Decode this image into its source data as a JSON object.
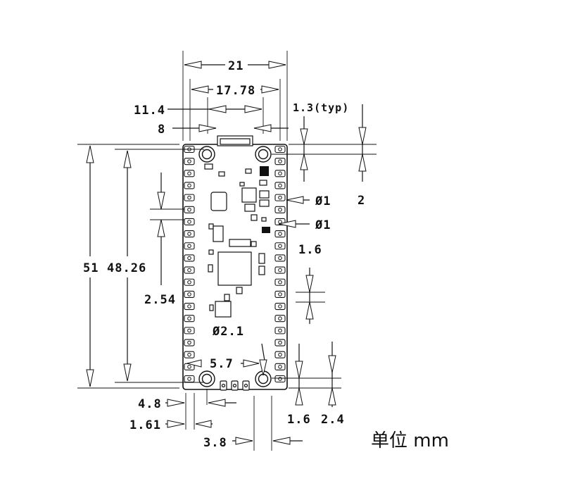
{
  "dimensions": {
    "width_21": "21",
    "pin_span": "17.78",
    "usb_11_4": "11.4",
    "usb_8": "8",
    "pad_typ": "1.3(typ)",
    "length_51": "51",
    "hole_span_48_26": "48.26",
    "top_offset_2": "2",
    "hole_dia_1a": "Ø1",
    "hole_dia_1b": "Ø1",
    "pad_1_6": "1.6",
    "pitch_2_54": "2.54",
    "mount_hole_2_1": "Ø2.1",
    "edge_5_7": "5.7",
    "bottom_4_8": "4.8",
    "bottom_1_61": "1.61",
    "bottom_3_8": "3.8",
    "bottom_1_6": "1.6",
    "bottom_2_4": "2.4"
  },
  "unit_label": "单位 mm",
  "pin_rows": 20
}
